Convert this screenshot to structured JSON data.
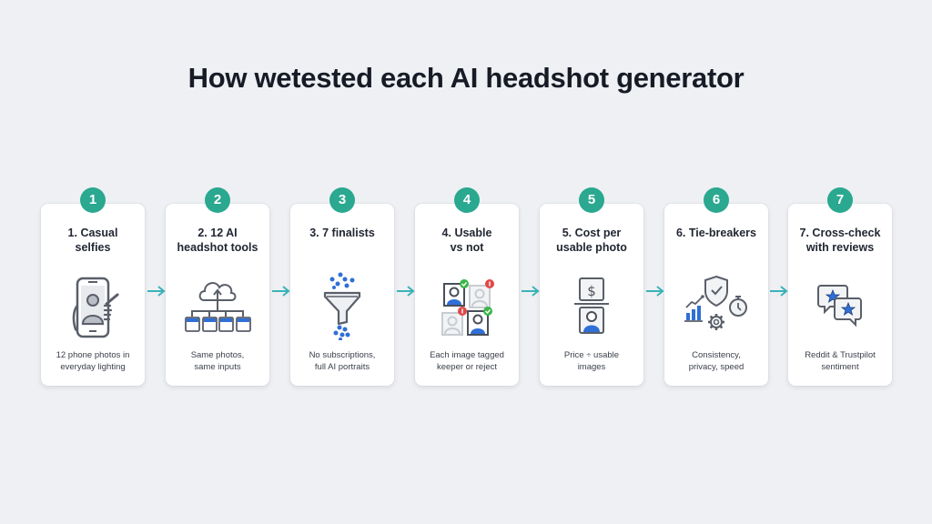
{
  "title": "How wetested each AI headshot generator",
  "colors": {
    "badge": "#2aa890",
    "arrow": "#3bb3b8",
    "icon_stroke": "#5a5f69",
    "icon_accent": "#2f6fd6",
    "keeper": "#3bb54a",
    "reject": "#e04848"
  },
  "steps": [
    {
      "number": "1",
      "title_line1": "1. Casual",
      "title_line2": "selfies",
      "icon": "phone-selfie-icon",
      "desc_line1": "12 phone photos in",
      "desc_line2": "everyday lighting"
    },
    {
      "number": "2",
      "title_line1": "2. 12 AI",
      "title_line2": "headshot tools",
      "icon": "cloud-upload-tools-icon",
      "desc_line1": "Same photos,",
      "desc_line2": "same inputs"
    },
    {
      "number": "3",
      "title_line1": "3. 7 finalists",
      "title_line2": "",
      "icon": "funnel-icon",
      "desc_line1": "No subscriptions,",
      "desc_line2": "full AI portraits"
    },
    {
      "number": "4",
      "title_line1": "4. Usable",
      "title_line2": "vs not",
      "icon": "tagged-portraits-icon",
      "desc_line1": "Each image tagged",
      "desc_line2": "keeper or reject"
    },
    {
      "number": "5",
      "title_line1": "5. Cost per",
      "title_line2": "usable photo",
      "icon": "price-per-photo-icon",
      "desc_line1": "Price ÷ usable",
      "desc_line2": "images"
    },
    {
      "number": "6",
      "title_line1": "6. Tie-breakers",
      "title_line2": "",
      "icon": "tie-breakers-icon",
      "desc_line1": "Consistency,",
      "desc_line2": "privacy, speed"
    },
    {
      "number": "7",
      "title_line1": "7. Cross-check",
      "title_line2": "with reviews",
      "icon": "review-bubbles-icon",
      "desc_line1": "Reddit & Trustpilot",
      "desc_line2": "sentiment"
    }
  ]
}
